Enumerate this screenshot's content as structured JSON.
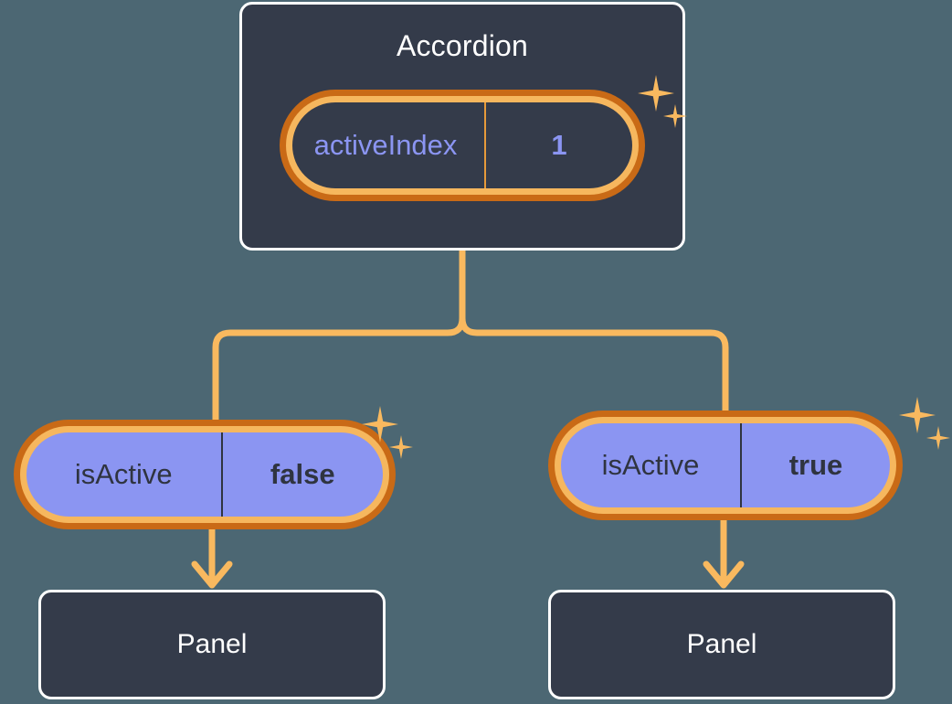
{
  "diagram": {
    "title_node": {
      "label": "Accordion",
      "state": {
        "key": "activeIndex",
        "value": "1"
      }
    },
    "branches": [
      {
        "side": "left",
        "state": {
          "key": "isActive",
          "value": "false"
        },
        "child": {
          "label": "Panel"
        }
      },
      {
        "side": "right",
        "state": {
          "key": "isActive",
          "value": "true"
        },
        "child": {
          "label": "Panel"
        }
      }
    ]
  },
  "colors": {
    "background": "#4c6773",
    "component_box": "#343b4a",
    "component_border": "#ffffff",
    "state_pill_fill": "#8b95f2",
    "state_pill_ring_outer": "#c96a16",
    "state_pill_ring_inner": "#f6b75e",
    "connector": "#f9b95f",
    "sparkle": "#f9b95f",
    "key_text_dark_pill": "#8b95f2",
    "key_text_purple_pill": "#2f3440",
    "title_text": "#ffffff"
  },
  "icons": {
    "sparkle": "four-pointed-star"
  }
}
